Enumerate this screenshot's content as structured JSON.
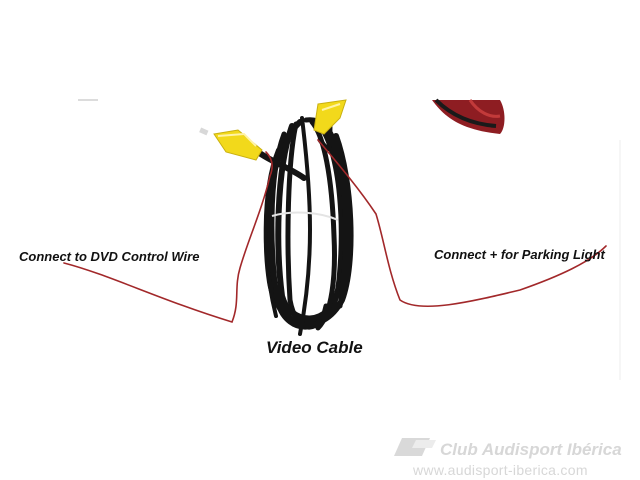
{
  "labels": {
    "dvd_control": "Connect to DVD Control Wire",
    "parking_light": "Connect + for Parking Light",
    "video_cable": "Video Cable"
  },
  "watermark": {
    "title": "Club Audisport Ibérica",
    "url": "www.audisport-iberica.com"
  },
  "colors": {
    "background": "#ffffff",
    "cable": "#141414",
    "rca_plug": "#f2d91b",
    "wire": "#a2282a",
    "watermark": "#d7d7d7"
  }
}
